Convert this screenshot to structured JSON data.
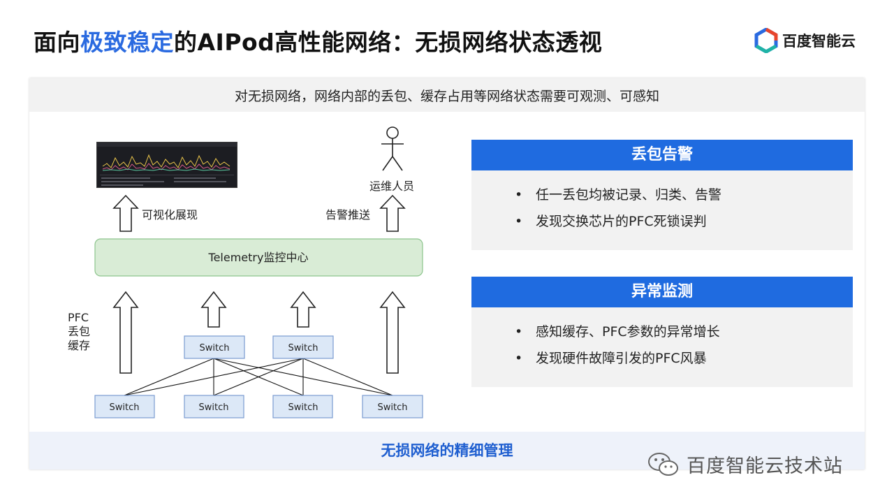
{
  "title": {
    "part1": "面向",
    "highlight": "极致稳定",
    "part2": "的AIPod高性能网络：无损网络状态透视"
  },
  "logo": {
    "text": "百度智能云",
    "colors": [
      "#2a6ae0",
      "#e8452c",
      "#1fb3a6"
    ]
  },
  "panel": {
    "header": "对无损网络，网络内部的丢包、缓存占用等网络状态需要可观测、可感知",
    "footer": "无损网络的精细管理"
  },
  "diagram": {
    "viz_label": "可视化展现",
    "alert_push_label": "告警推送",
    "ops_label": "运维人员",
    "telemetry_label": "Telemetry监控中心",
    "pfc_label_lines": [
      "PFC",
      "丢包",
      "缓存"
    ],
    "switch_label": "Switch",
    "colors": {
      "telemetry_fill": "#d9ecd6",
      "telemetry_stroke": "#8cc48c",
      "switch_fill": "#dce8f7",
      "switch_stroke": "#7a9bd0"
    }
  },
  "cards": [
    {
      "title": "丢包告警",
      "items": [
        "任一丢包均被记录、归类、告警",
        "发现交换芯片的PFC死锁误判"
      ]
    },
    {
      "title": "异常监测",
      "items": [
        "感知缓存、PFC参数的异常增长",
        "发现硬件故障引发的PFC风暴"
      ]
    }
  ],
  "bullet": "•",
  "watermark": {
    "text": "百度智能云技术站",
    "icon": "wechat-icon"
  }
}
